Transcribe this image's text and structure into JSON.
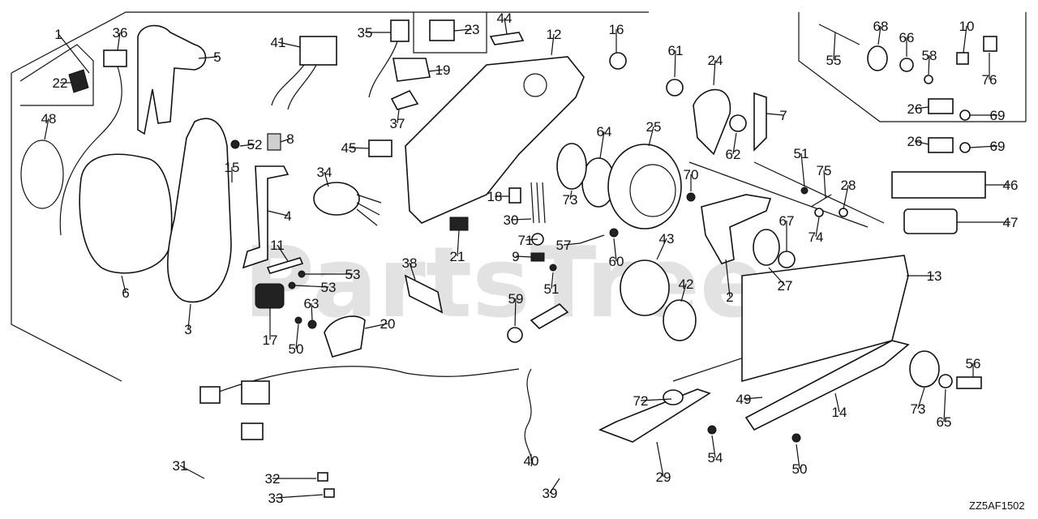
{
  "diagram": {
    "watermark": "PartsTree",
    "figure_code": "ZZ5AF1502",
    "parts": [
      {
        "id": "1",
        "label": "1"
      },
      {
        "id": "2",
        "label": "2"
      },
      {
        "id": "3",
        "label": "3"
      },
      {
        "id": "4",
        "label": "4"
      },
      {
        "id": "5",
        "label": "5"
      },
      {
        "id": "6",
        "label": "6"
      },
      {
        "id": "7",
        "label": "7"
      },
      {
        "id": "8",
        "label": "8"
      },
      {
        "id": "9",
        "label": "9"
      },
      {
        "id": "10",
        "label": "10"
      },
      {
        "id": "11",
        "label": "11"
      },
      {
        "id": "12",
        "label": "12"
      },
      {
        "id": "13",
        "label": "13"
      },
      {
        "id": "14",
        "label": "14"
      },
      {
        "id": "15",
        "label": "15"
      },
      {
        "id": "16",
        "label": "16"
      },
      {
        "id": "17",
        "label": "17"
      },
      {
        "id": "18",
        "label": "18"
      },
      {
        "id": "19",
        "label": "19"
      },
      {
        "id": "20",
        "label": "20"
      },
      {
        "id": "21",
        "label": "21"
      },
      {
        "id": "22",
        "label": "22"
      },
      {
        "id": "23",
        "label": "23"
      },
      {
        "id": "24",
        "label": "24"
      },
      {
        "id": "25",
        "label": "25"
      },
      {
        "id": "26a",
        "label": "26"
      },
      {
        "id": "26b",
        "label": "26"
      },
      {
        "id": "27",
        "label": "27"
      },
      {
        "id": "28",
        "label": "28"
      },
      {
        "id": "29",
        "label": "29"
      },
      {
        "id": "30",
        "label": "30"
      },
      {
        "id": "31",
        "label": "31"
      },
      {
        "id": "32",
        "label": "32"
      },
      {
        "id": "33",
        "label": "33"
      },
      {
        "id": "34",
        "label": "34"
      },
      {
        "id": "35",
        "label": "35"
      },
      {
        "id": "36",
        "label": "36"
      },
      {
        "id": "37",
        "label": "37"
      },
      {
        "id": "38",
        "label": "38"
      },
      {
        "id": "39",
        "label": "39"
      },
      {
        "id": "40",
        "label": "40"
      },
      {
        "id": "41",
        "label": "41"
      },
      {
        "id": "42",
        "label": "42"
      },
      {
        "id": "43",
        "label": "43"
      },
      {
        "id": "44",
        "label": "44"
      },
      {
        "id": "45",
        "label": "45"
      },
      {
        "id": "46",
        "label": "46"
      },
      {
        "id": "47",
        "label": "47"
      },
      {
        "id": "48",
        "label": "48"
      },
      {
        "id": "49",
        "label": "49"
      },
      {
        "id": "50a",
        "label": "50"
      },
      {
        "id": "50b",
        "label": "50"
      },
      {
        "id": "51a",
        "label": "51"
      },
      {
        "id": "51b",
        "label": "51"
      },
      {
        "id": "52",
        "label": "52"
      },
      {
        "id": "53a",
        "label": "53"
      },
      {
        "id": "53b",
        "label": "53"
      },
      {
        "id": "54",
        "label": "54"
      },
      {
        "id": "55",
        "label": "55"
      },
      {
        "id": "56",
        "label": "56"
      },
      {
        "id": "57",
        "label": "57"
      },
      {
        "id": "58",
        "label": "58"
      },
      {
        "id": "59",
        "label": "59"
      },
      {
        "id": "60",
        "label": "60"
      },
      {
        "id": "61",
        "label": "61"
      },
      {
        "id": "62",
        "label": "62"
      },
      {
        "id": "63",
        "label": "63"
      },
      {
        "id": "64",
        "label": "64"
      },
      {
        "id": "65",
        "label": "65"
      },
      {
        "id": "66",
        "label": "66"
      },
      {
        "id": "67",
        "label": "67"
      },
      {
        "id": "68",
        "label": "68"
      },
      {
        "id": "69a",
        "label": "69"
      },
      {
        "id": "69b",
        "label": "69"
      },
      {
        "id": "70",
        "label": "70"
      },
      {
        "id": "71",
        "label": "71"
      },
      {
        "id": "72",
        "label": "72"
      },
      {
        "id": "73a",
        "label": "73"
      },
      {
        "id": "73b",
        "label": "73"
      },
      {
        "id": "74",
        "label": "74"
      },
      {
        "id": "75",
        "label": "75"
      },
      {
        "id": "76",
        "label": "76"
      }
    ]
  }
}
